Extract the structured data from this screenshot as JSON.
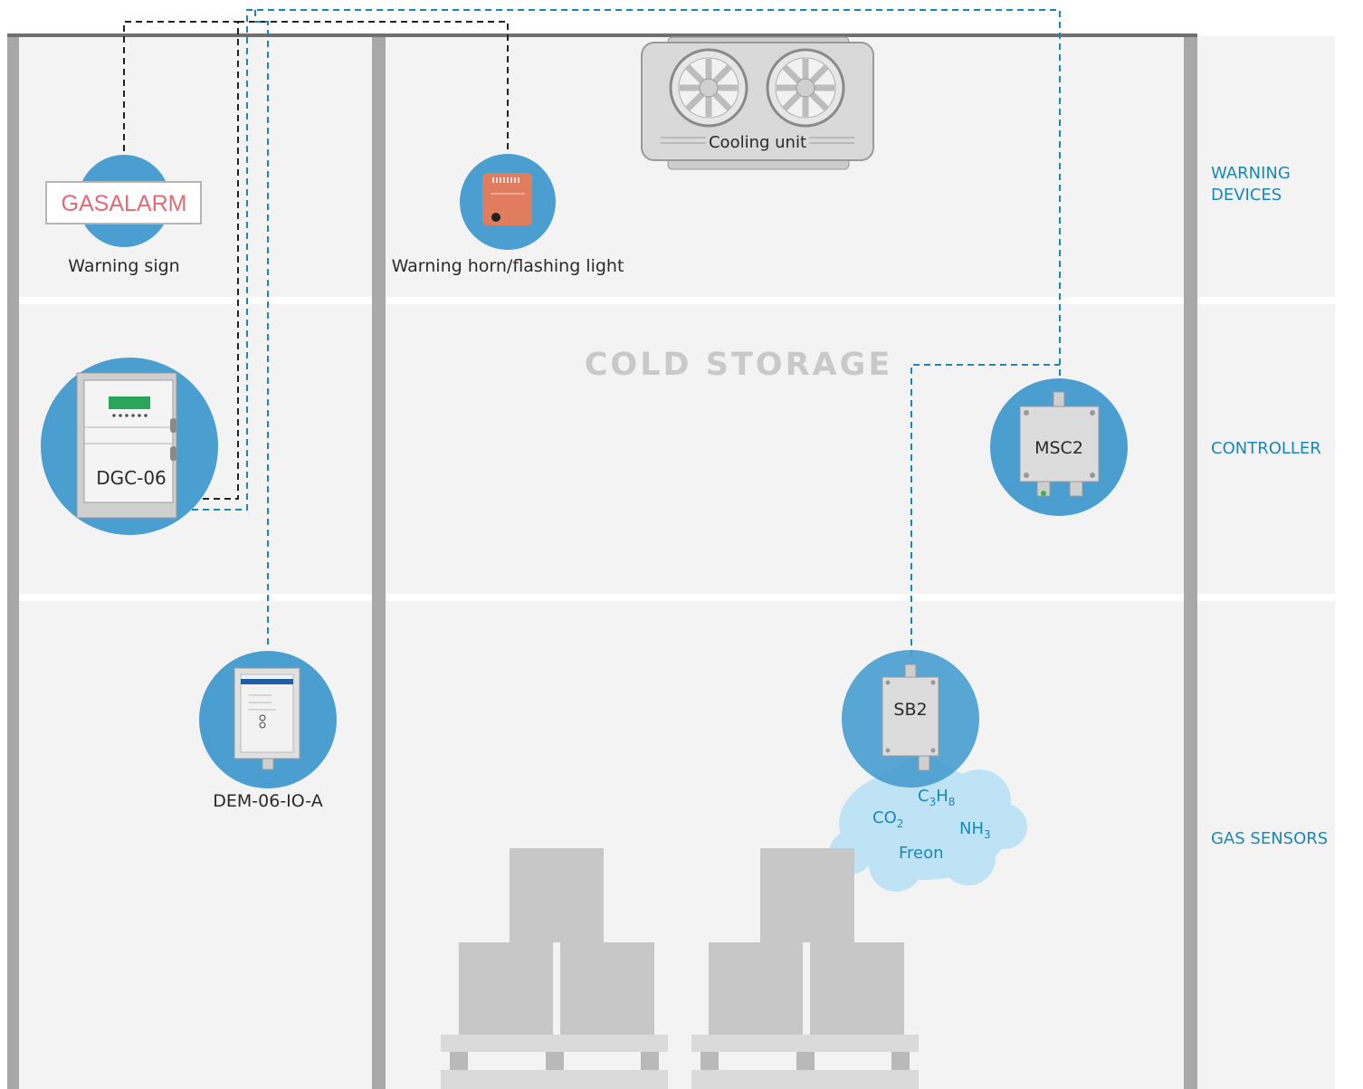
{
  "title": "COLD STORAGE",
  "zones": {
    "warning_devices": [
      "WARNING",
      "DEVICES"
    ],
    "controller": "CONTROLLER",
    "gas_sensors": "GAS SENSORS"
  },
  "devices": {
    "warning_sign": {
      "caption": "Warning sign",
      "sign_text": "GASALARM"
    },
    "horn": {
      "caption": "Warning horn/flashing light"
    },
    "cooling_unit": {
      "caption": "Cooling unit"
    },
    "dgc": {
      "label": "DGC-06"
    },
    "msc": {
      "label": "MSC2"
    },
    "dem": {
      "caption": "DEM-06-IO-A"
    },
    "sb": {
      "label": "SB2"
    }
  },
  "gases": {
    "co2": {
      "base": "CO",
      "sub": "2"
    },
    "c3h8": {
      "base1": "C",
      "sub1": "3",
      "base2": "H",
      "sub2": "8"
    },
    "nh3": {
      "base": "NH",
      "sub": "3"
    },
    "freon": "Freon"
  },
  "colors": {
    "accent": "#1a87b9",
    "circle": "#4a9fd0",
    "cloud": "#b9e2f5",
    "wall": "#a8a8a8",
    "floor_bg": "#f3f3f3",
    "box": "#c7c7c7",
    "horn": "#e07d5f"
  }
}
